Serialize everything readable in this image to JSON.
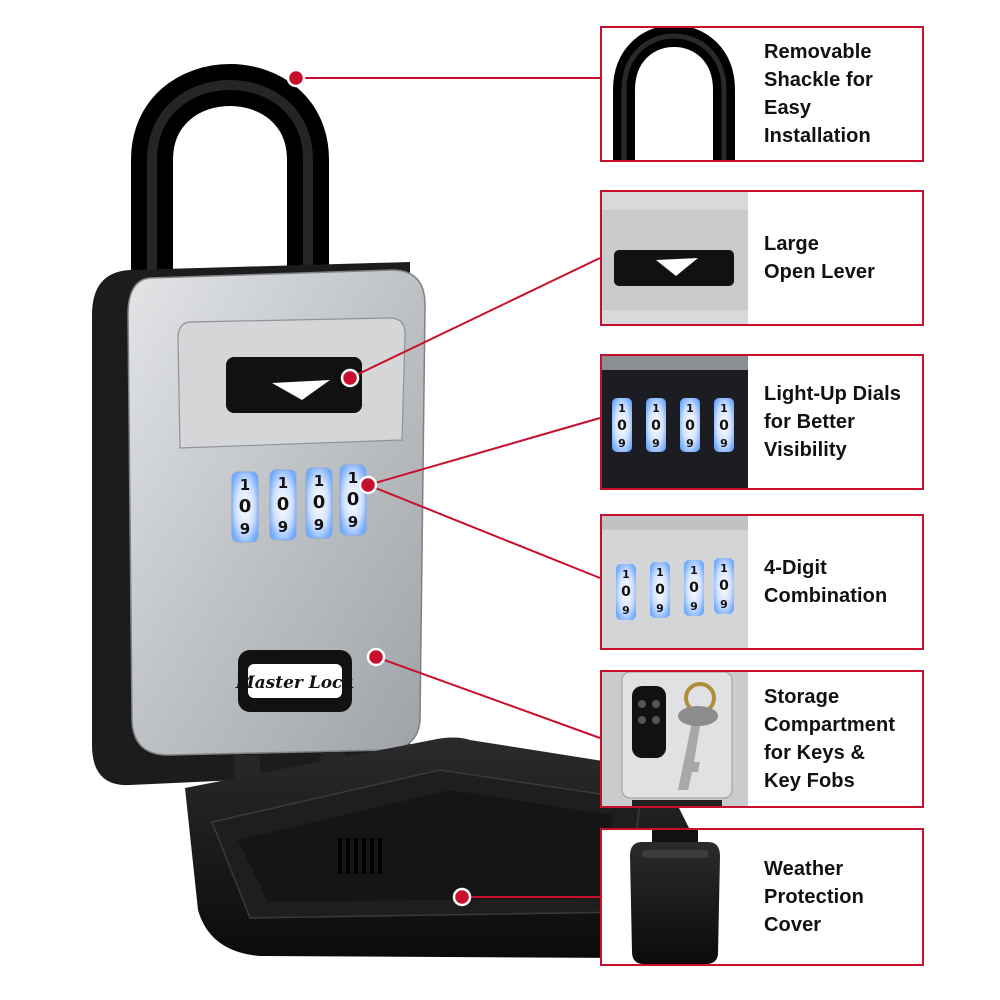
{
  "features": [
    {
      "id": "shackle",
      "label": "Removable\nShackle for Easy\nInstallation",
      "icon": "shackle-icon"
    },
    {
      "id": "lever",
      "label": "Large\nOpen Lever",
      "icon": "lever-icon"
    },
    {
      "id": "lightup",
      "label": "Light-Up Dials\nfor Better\nVisibility",
      "icon": "lit-dials-icon"
    },
    {
      "id": "combination",
      "label": "4-Digit\nCombination",
      "icon": "combination-dials-icon"
    },
    {
      "id": "storage",
      "label": "Storage\nCompartment\nfor Keys &\nKey Fobs",
      "icon": "keys-icon"
    },
    {
      "id": "cover",
      "label": "Weather\nProtection\nCover",
      "icon": "cover-icon"
    }
  ],
  "product": {
    "brand_logo": "Master Lock",
    "dial_digits": {
      "top": "1",
      "middle": "0",
      "bottom": "9"
    }
  },
  "colors": {
    "accent": "#c8102e",
    "body_silver": "#b9bcbf",
    "body_black": "#1a1a1a",
    "dial_glow": "#6ea8ff"
  }
}
